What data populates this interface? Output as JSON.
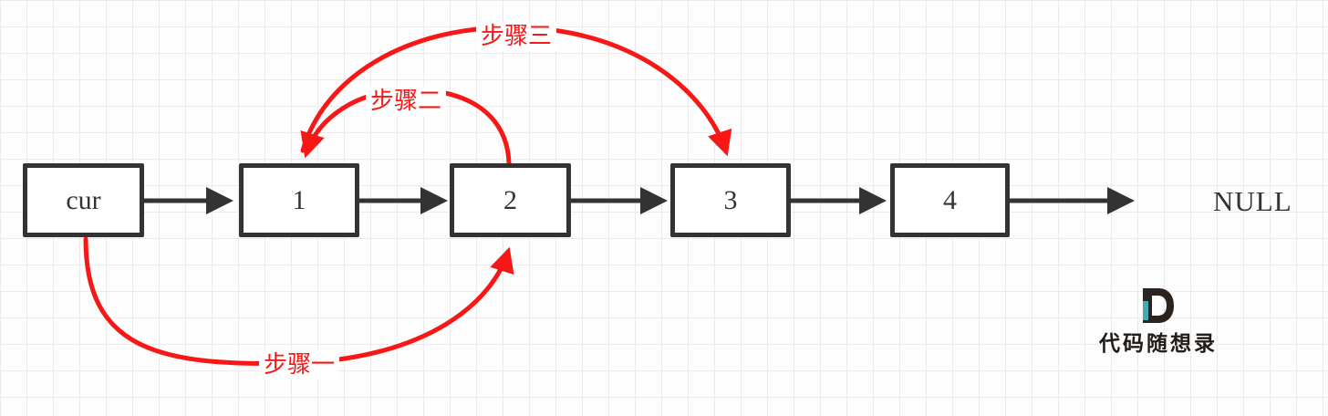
{
  "diagram": {
    "nodes": [
      {
        "label": "cur"
      },
      {
        "label": "1"
      },
      {
        "label": "2"
      },
      {
        "label": "3"
      },
      {
        "label": "4"
      }
    ],
    "terminator": "NULL",
    "steps": [
      {
        "label": "步骤一"
      },
      {
        "label": "步骤二"
      },
      {
        "label": "步骤三"
      }
    ],
    "colors": {
      "link_arrow": "#333333",
      "box_border": "#333333",
      "step_red": "#f81717",
      "grid_line": "#ebebeb",
      "logo_ink": "#2a2320",
      "logo_teal": "#4aa8b2"
    }
  },
  "watermark": {
    "text": "代码随想录"
  }
}
